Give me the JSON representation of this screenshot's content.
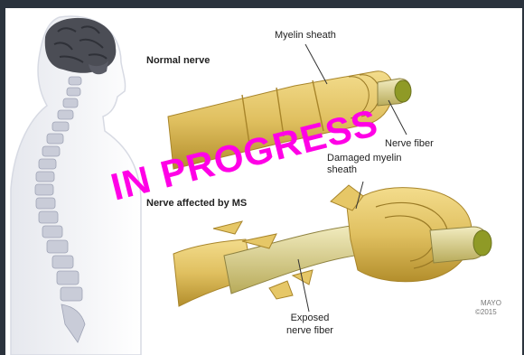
{
  "labels": {
    "normal_nerve": "Normal nerve",
    "myelin_sheath": "Myelin sheath",
    "nerve_fiber": "Nerve fiber",
    "damaged_sheath": "Damaged myelin sheath",
    "nerve_ms": "Nerve affected by MS",
    "exposed_fiber": "Exposed nerve fiber"
  },
  "overlay": {
    "stamp_text": "IN PROGRESS"
  },
  "credit": {
    "line1": "MAYO",
    "line2": "©2015"
  },
  "colors": {
    "background": "#2b333d",
    "sheath": "#e3c46a",
    "sheath_dark": "#b8952f",
    "fiber": "#dcd07a",
    "brain": "#4b4d55",
    "spine": "#c9ccd8",
    "stamp": "#ff00e6"
  }
}
